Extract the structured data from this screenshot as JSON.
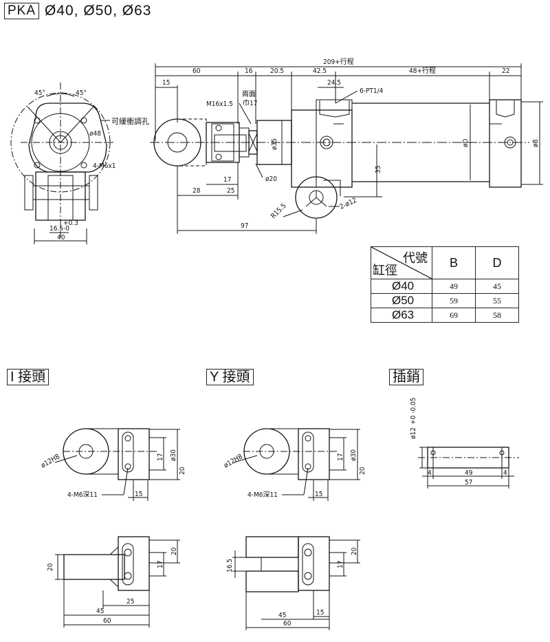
{
  "header": {
    "model_label": "PKA",
    "bores_text": "Ø40, Ø50, Ø63"
  },
  "main_drawing": {
    "dims": {
      "overall": "209+行程",
      "d60": "60",
      "d16": "16",
      "d20_5": "20.5",
      "d42_5": "42.5",
      "d48_stroke": "48+行程",
      "d22": "22",
      "d15": "15",
      "d24_5": "24.5",
      "port": "6-PT1/4",
      "m16": "M16x1.5",
      "flats": "兩面",
      "flats_size": "巾17",
      "phi35": "ø35",
      "phi_d": "øD",
      "phi_b": "øB",
      "d35": "35",
      "d28": "28",
      "d25": "25",
      "d17": "17",
      "phi20": "ø20",
      "r15_5": "R15.5",
      "pin_holes": "2-ø12",
      "d97": "97"
    }
  },
  "side_view": {
    "angle1": "45°",
    "angle2": "45°",
    "adjust_hole": "可緩衝調孔",
    "phi48": "ø48",
    "bolts": "4-M6x1",
    "d16_5": "16.5",
    "tol_upper": "+0.3",
    "tol_lower": "-0",
    "d40": "40"
  },
  "spec_table": {
    "header_code": "代號",
    "header_bore": "缸徑",
    "col_b": "B",
    "col_d": "D",
    "rows": [
      {
        "bore": "Ø40",
        "b": "49",
        "d": "45"
      },
      {
        "bore": "Ø50",
        "b": "59",
        "d": "55"
      },
      {
        "bore": "Ø63",
        "b": "69",
        "d": "58"
      }
    ]
  },
  "sections": {
    "i_joint": "I 接頭",
    "y_joint": "Y 接頭",
    "pin": "插銷"
  },
  "i_joint": {
    "bore": "ø12H8",
    "d30": "ø30",
    "d17": "17",
    "d20": "20",
    "bolt": "4-M6深11",
    "d15": "15",
    "b_d20": "20",
    "b_d17": "17",
    "b_d20r": "20",
    "b_d25": "25",
    "b_d45": "45",
    "b_d60": "60"
  },
  "y_joint": {
    "bore": "ø12H8",
    "d30": "ø30",
    "d17": "17",
    "d20": "20",
    "bolt": "4-M6深11",
    "d15": "15",
    "b_d16_5": "16.5",
    "b_d17": "17",
    "b_d20r": "20",
    "b_d15": "15",
    "b_d45": "45",
    "b_d60": "60"
  },
  "pin": {
    "dia": "ø12",
    "tol": "+0 -0.05",
    "d4a": "4",
    "d49": "49",
    "d4b": "4",
    "d57": "57"
  }
}
